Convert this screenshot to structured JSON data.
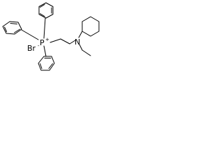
{
  "molecule": {
    "counter_ion": "Br",
    "counter_ion_charge": "-",
    "central_atom": "P",
    "central_atom_charge": "+",
    "amine_nitrogen": "N",
    "substituents": [
      "phenyl",
      "phenyl",
      "phenyl",
      "ethylene",
      "cyclohexyl",
      "ethyl"
    ]
  }
}
